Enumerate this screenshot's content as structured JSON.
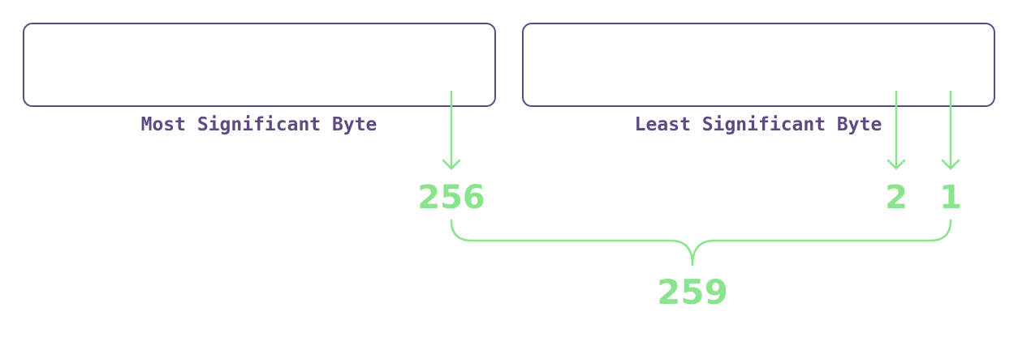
{
  "bytes": {
    "most_significant_label": "Most Significant Byte",
    "least_significant_label": "Least Significant Byte"
  },
  "bit_values": {
    "msb_first_bit": "256",
    "lsb_second_bit": "2",
    "lsb_first_bit": "1"
  },
  "sum": "259",
  "colors": {
    "box_border": "#5e4a82",
    "label_text": "#5e4a82",
    "accent_green": "#8ae48e"
  }
}
